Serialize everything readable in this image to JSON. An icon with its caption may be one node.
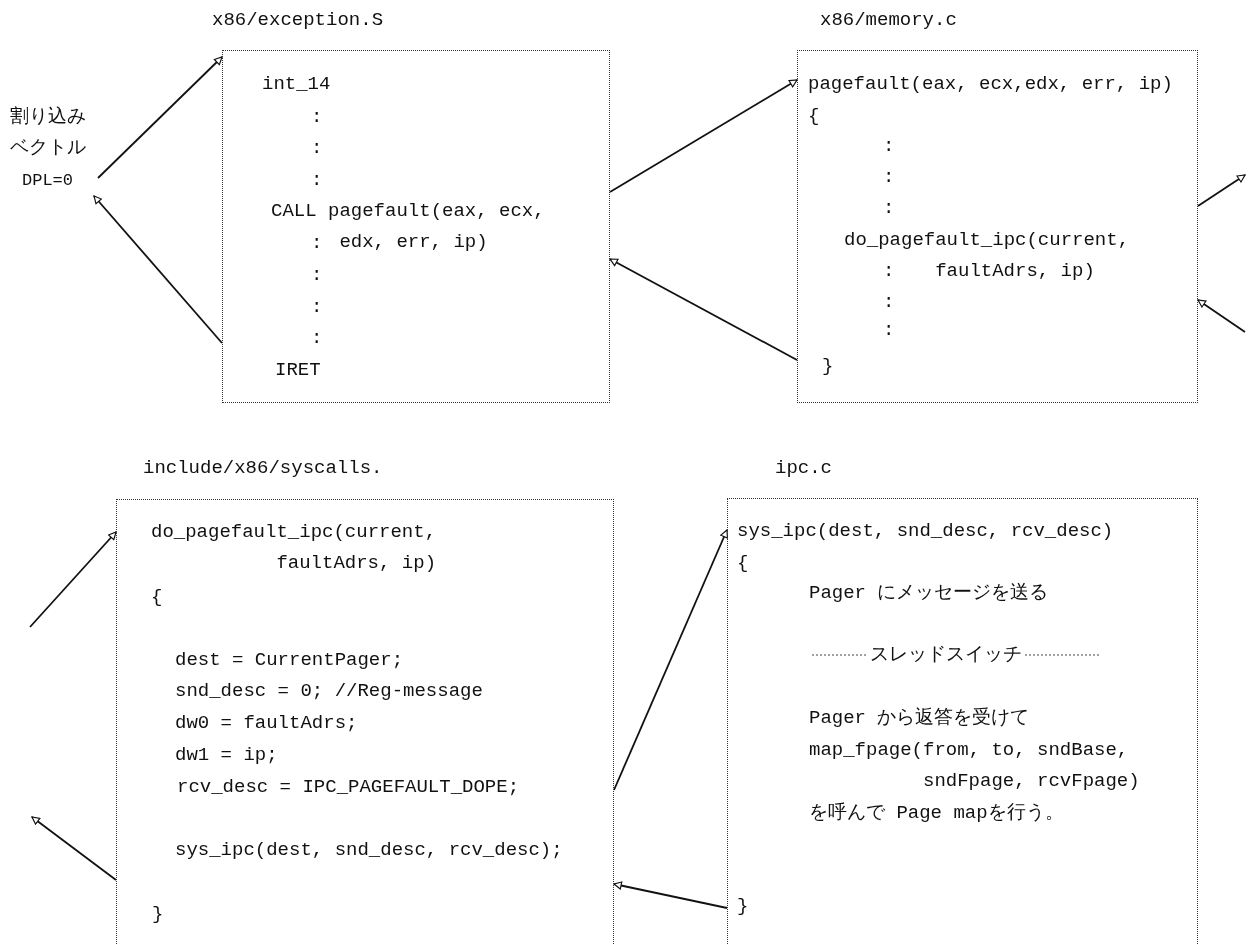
{
  "diagram": {
    "nodes": [
      {
        "text": [
          "割り込みベクトル",
          "DPL=0"
        ]
      },
      {
        "text": [
          "x86/exception.S",
          "int_14",
          ":",
          ":",
          ":",
          "CALL pagefault(eax, ecx, edx, err, ip)",
          ":",
          ":",
          ":",
          ":",
          "IRET"
        ]
      },
      {
        "text": [
          "x86/memory.c",
          "pagefault(eax, ecx,edx, err, ip)",
          "{",
          ":",
          ":",
          ":",
          "do_pagefault_ipc(current, faultAdrs, ip)",
          ":",
          ":",
          ":",
          "}"
        ]
      },
      {
        "text": [
          "include/x86/syscalls.",
          "do_pagefault_ipc(current, faultAdrs, ip)",
          "{",
          "dest = CurrentPager;",
          "snd_desc = 0; //Reg-message",
          "dw0 = faultAdrs;",
          "dw1 = ip;",
          "rcv_desc = IPC_PAGEFAULT_DOPE;",
          "sys_ipc(dest, snd_desc, rcv_desc);",
          "}"
        ]
      },
      {
        "text": [
          "ipc.c",
          "sys_ipc(dest, snd_desc, rcv_desc)",
          "{",
          "Pager にメッセージを送る",
          "スレッドスイッチ",
          "Pager から返答を受けて",
          "map_fpage(from, to, sndBase, sndFpage, rcvFpage)",
          "を呼んで Page mapを行う。",
          "}"
        ]
      }
    ],
    "edges": [
      {
        "from": 0,
        "to": 1,
        "arrow": "to"
      },
      {
        "from": 1,
        "to": 0,
        "arrow": "to"
      },
      {
        "from": 1,
        "to": 2,
        "arrow": "to"
      },
      {
        "from": 2,
        "to": 1,
        "arrow": "to"
      },
      {
        "from": 2,
        "to": null,
        "arrow": "to"
      },
      {
        "from": null,
        "to": 2,
        "arrow": "to"
      },
      {
        "from": null,
        "to": 3,
        "arrow": "to"
      },
      {
        "from": 3,
        "to": null,
        "arrow": "to"
      },
      {
        "from": 3,
        "to": 4,
        "arrow": "to"
      },
      {
        "from": 4,
        "to": 3,
        "arrow": "to"
      }
    ]
  }
}
